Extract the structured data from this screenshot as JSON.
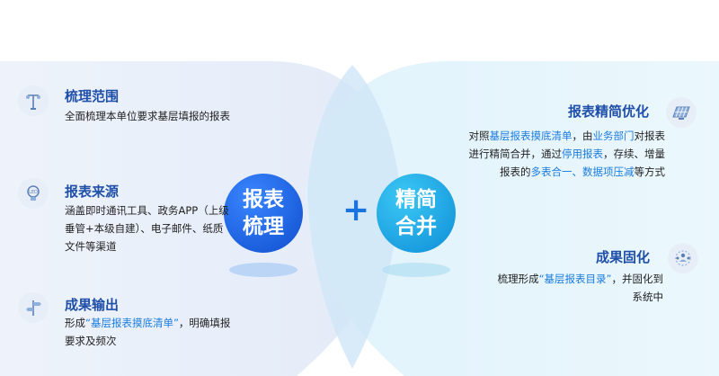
{
  "left_items": [
    {
      "title": "梳理范围",
      "desc": "全面梳理本单位要求基层填报的报表",
      "icon": "street-lamp-icon"
    },
    {
      "title": "报表来源",
      "desc": "涵盖即时通讯工具、政务APP（上级垂管+本级自建）、电子邮件、纸质文件等渠道",
      "icon": "led-bulb-icon"
    },
    {
      "title": "成果输出",
      "desc_pre": "形成",
      "desc_hl": "“基层报表摸底清单”",
      "desc_post": "，明确填报要求及频次",
      "icon": "signpost-icon"
    }
  ],
  "center": {
    "left_circle": [
      "报表",
      "梳理"
    ],
    "plus": "+",
    "right_circle": [
      "精简",
      "合并"
    ]
  },
  "right_items": [
    {
      "title": "报表精简优化",
      "icon": "solar-panel-icon",
      "segments": [
        {
          "t": "对照",
          "h": false
        },
        {
          "t": "基层报表摸底清单",
          "h": true
        },
        {
          "t": "，由",
          "h": false
        },
        {
          "t": "业务部门",
          "h": true
        },
        {
          "t": "对报表进行精简合并，通过",
          "h": false
        },
        {
          "t": "停用报表",
          "h": true
        },
        {
          "t": "，存续、增量报表的",
          "h": false
        },
        {
          "t": "多表合一、数据项压减",
          "h": true
        },
        {
          "t": "等方式",
          "h": false
        }
      ]
    },
    {
      "title": "成果固化",
      "icon": "team-network-icon",
      "desc_pre": "梳理形成",
      "desc_hl": "“基层报表目录”",
      "desc_post": "，并固化到系统中"
    }
  ],
  "colors": {
    "title": "#1f4fa8",
    "highlight": "#1a7be0",
    "circle_dark": "#1a5fe0",
    "circle_light": "#18aee8"
  }
}
